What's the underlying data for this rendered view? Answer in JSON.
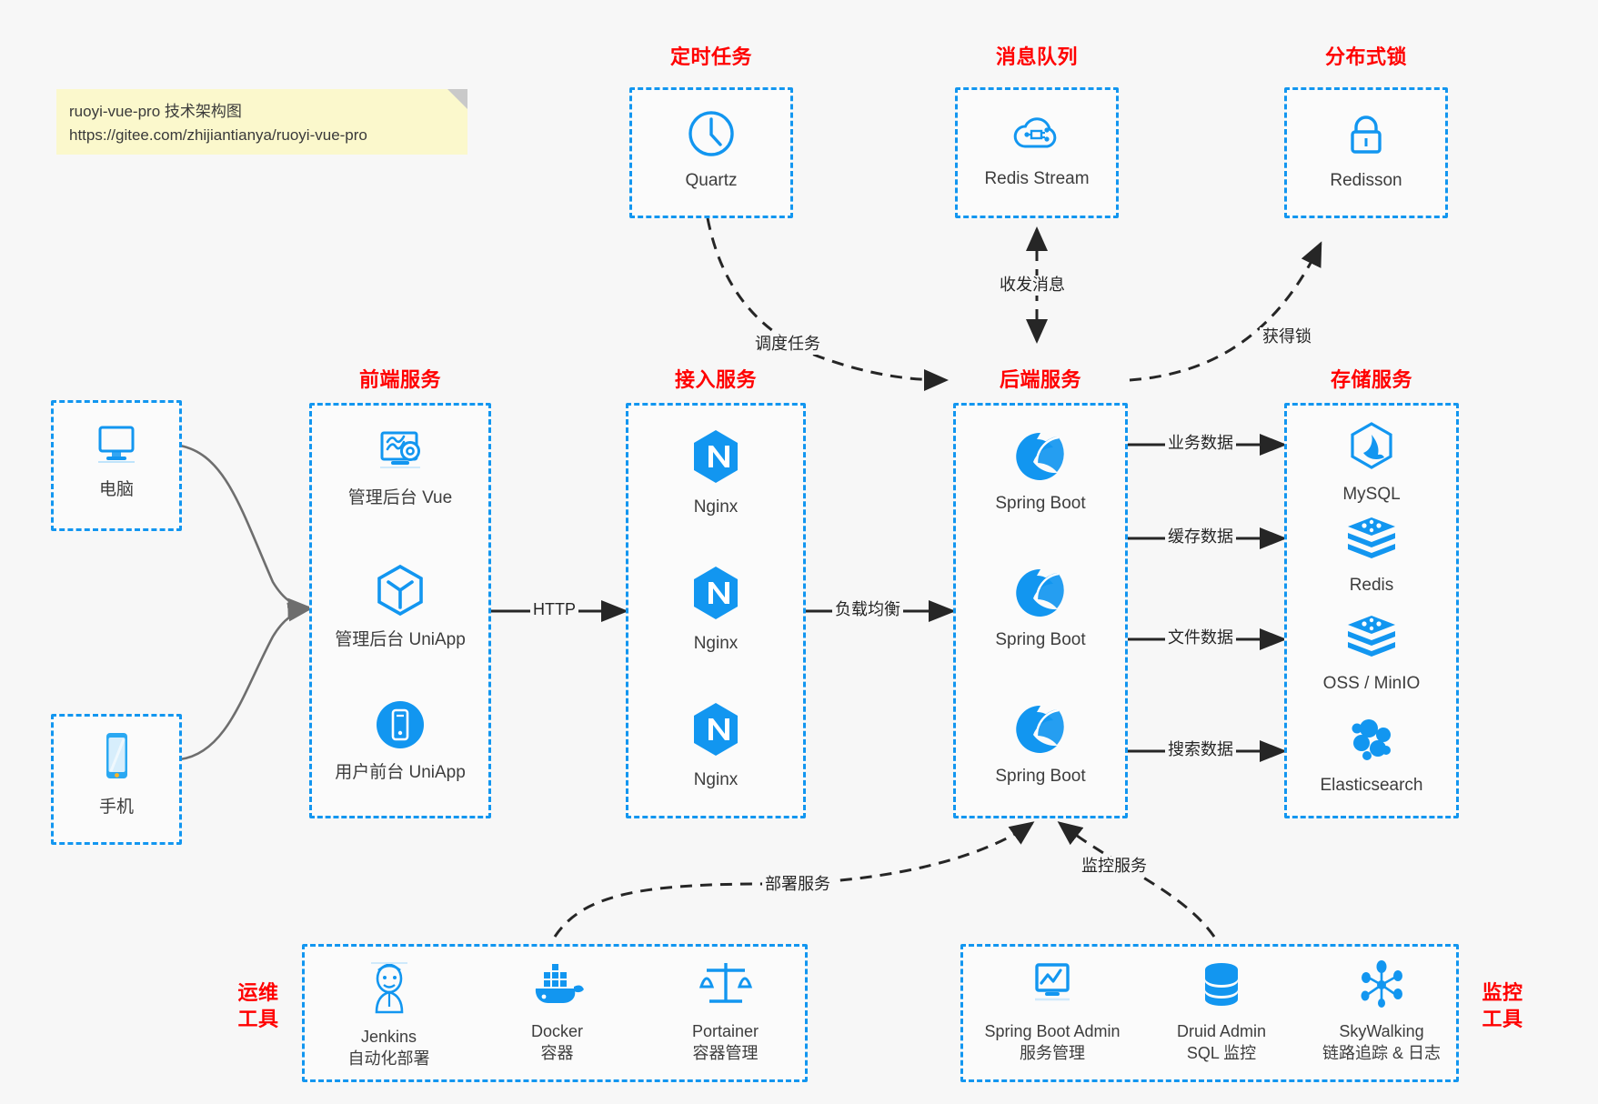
{
  "note": {
    "line1": "ruoyi-vue-pro 技术架构图",
    "line2": "https://gitee.com/zhijiantianya/ruoyi-vue-pro"
  },
  "colors": {
    "accent_blue": "#1296f0",
    "title_red": "#ff0000",
    "background": "#f7f7f7",
    "note_yellow": "#fbf8cc",
    "arrow_dark": "#262626"
  },
  "groups": {
    "scheduler": {
      "title": "定时任务",
      "nodes": [
        {
          "label": "Quartz",
          "icon": "clock-icon"
        }
      ]
    },
    "mq": {
      "title": "消息队列",
      "nodes": [
        {
          "label": "Redis Stream",
          "icon": "cloud-network-icon"
        }
      ]
    },
    "lock": {
      "title": "分布式锁",
      "nodes": [
        {
          "label": "Redisson",
          "icon": "lock-icon"
        }
      ]
    },
    "clients": {
      "nodes": [
        {
          "label": "电脑",
          "icon": "desktop-icon"
        },
        {
          "label": "手机",
          "icon": "mobile-icon"
        }
      ]
    },
    "frontend": {
      "title": "前端服务",
      "nodes": [
        {
          "label": "管理后台 Vue",
          "icon": "dashboard-gear-icon"
        },
        {
          "label": "管理后台 UniApp",
          "icon": "uniapp-cube-icon"
        },
        {
          "label": "用户前台 UniApp",
          "icon": "mobile-round-icon"
        }
      ]
    },
    "gateway": {
      "title": "接入服务",
      "nodes": [
        {
          "label": "Nginx",
          "icon": "nginx-icon"
        },
        {
          "label": "Nginx",
          "icon": "nginx-icon"
        },
        {
          "label": "Nginx",
          "icon": "nginx-icon"
        }
      ]
    },
    "backend": {
      "title": "后端服务",
      "nodes": [
        {
          "label": "Spring Boot",
          "icon": "spring-boot-icon"
        },
        {
          "label": "Spring Boot",
          "icon": "spring-boot-icon"
        },
        {
          "label": "Spring Boot",
          "icon": "spring-boot-icon"
        }
      ]
    },
    "storage": {
      "title": "存储服务",
      "nodes": [
        {
          "label": "MySQL",
          "icon": "mysql-icon"
        },
        {
          "label": "Redis",
          "icon": "redis-icon"
        },
        {
          "label": "OSS / MinIO",
          "icon": "oss-icon"
        },
        {
          "label": "Elasticsearch",
          "icon": "elasticsearch-icon"
        }
      ]
    },
    "devops": {
      "title": "运维\n工具",
      "title_line1": "运维",
      "title_line2": "工具",
      "nodes": [
        {
          "label": "Jenkins",
          "sub": "自动化部署",
          "icon": "jenkins-icon"
        },
        {
          "label": "Docker",
          "sub": "容器",
          "icon": "docker-icon"
        },
        {
          "label": "Portainer",
          "sub": "容器管理",
          "icon": "portainer-scale-icon"
        }
      ]
    },
    "monitor": {
      "title_line1": "监控",
      "title_line2": "工具",
      "nodes": [
        {
          "label": "Spring Boot Admin",
          "sub": "服务管理",
          "icon": "monitor-chart-icon"
        },
        {
          "label": "Druid Admin",
          "sub": "SQL 监控",
          "icon": "database-icon"
        },
        {
          "label": "SkyWalking",
          "sub": "链路追踪 & 日志",
          "icon": "skywalking-icon"
        }
      ]
    }
  },
  "edges": {
    "http": "HTTP",
    "load_balance": "负载均衡",
    "schedule_task": "调度任务",
    "send_receive_message": "收发消息",
    "acquire_lock": "获得锁",
    "business_data": "业务数据",
    "cache_data": "缓存数据",
    "file_data": "文件数据",
    "search_data": "搜索数据",
    "deploy_service": "部署服务",
    "monitor_service": "监控服务"
  }
}
